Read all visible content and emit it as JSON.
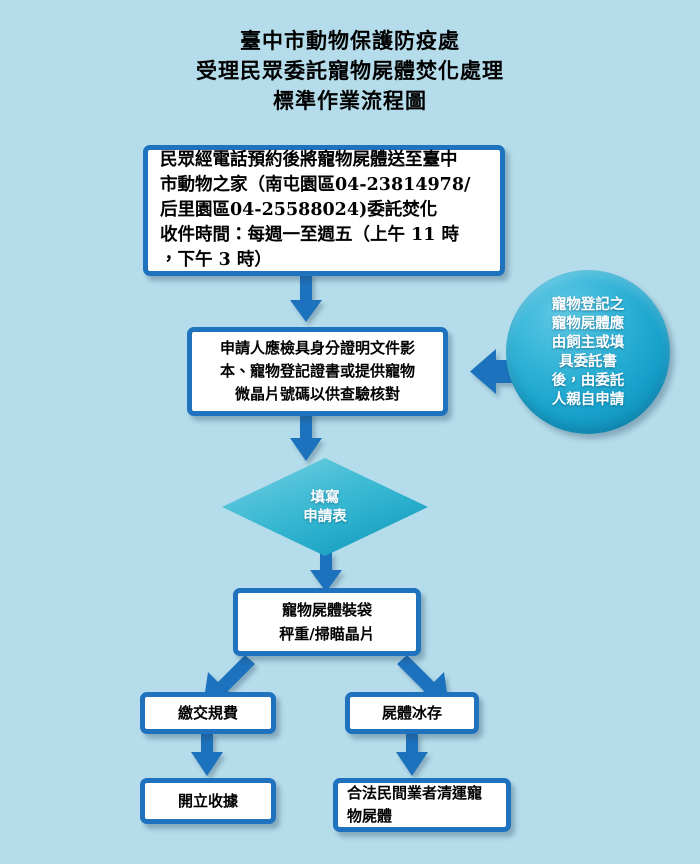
{
  "page": {
    "background_color": "#b5dcea",
    "accent_color": "#1f72bd",
    "node_fill_color": "#ffffff",
    "shape_fill_color": "#2fb2d6",
    "text_color": "#000000",
    "shape_text_color": "#ffffff"
  },
  "title": {
    "line1": "臺中市動物保護防疫處",
    "line2": "受理民眾委託寵物屍體焚化處理",
    "line3": "標準作業流程圖"
  },
  "nodes": {
    "intake": {
      "shape": "process",
      "line1": "民眾經電話預約後將寵物屍體送至臺中",
      "line2": "市動物之家（南屯園區04-23814978/",
      "line3": "后里園區04-25588024)委託焚化",
      "line4": "收件時間：每週一至週五（上午 11 時",
      "line5": "，下午 3 時）"
    },
    "documents": {
      "shape": "process",
      "line1": "申請人應檢具身分證明文件影",
      "line2": "本、寵物登記證書或提供寵物",
      "line3": "微晶片號碼以供查驗核對"
    },
    "note_circle": {
      "shape": "circle",
      "line1": "寵物登記之",
      "line2": "寵物屍體應",
      "line3": "由飼主或填",
      "line4": "具委託書",
      "line5": "後，由委託",
      "line6": "人親自申請"
    },
    "form": {
      "shape": "decision",
      "line1": "填寫",
      "line2": "申請表"
    },
    "bagging": {
      "shape": "process",
      "line1": "寵物屍體裝袋",
      "line2": "秤重/掃瞄晶片"
    },
    "fee": {
      "shape": "process",
      "line1": "繳交規費"
    },
    "freeze": {
      "shape": "process",
      "line1": "屍體冰存"
    },
    "receipt": {
      "shape": "process",
      "line1": "開立收據"
    },
    "disposal": {
      "shape": "process",
      "line1": "合法民間業者清運寵",
      "line2": "物屍體"
    }
  },
  "connectors": [
    {
      "name": "intake-to-documents",
      "direction": "down"
    },
    {
      "name": "note-to-documents",
      "direction": "left"
    },
    {
      "name": "documents-to-form",
      "direction": "down"
    },
    {
      "name": "form-to-bagging",
      "direction": "down"
    },
    {
      "name": "bagging-to-fee",
      "direction": "down-left"
    },
    {
      "name": "bagging-to-freeze",
      "direction": "down-right"
    },
    {
      "name": "fee-to-receipt",
      "direction": "down"
    },
    {
      "name": "freeze-to-disposal",
      "direction": "down"
    }
  ]
}
